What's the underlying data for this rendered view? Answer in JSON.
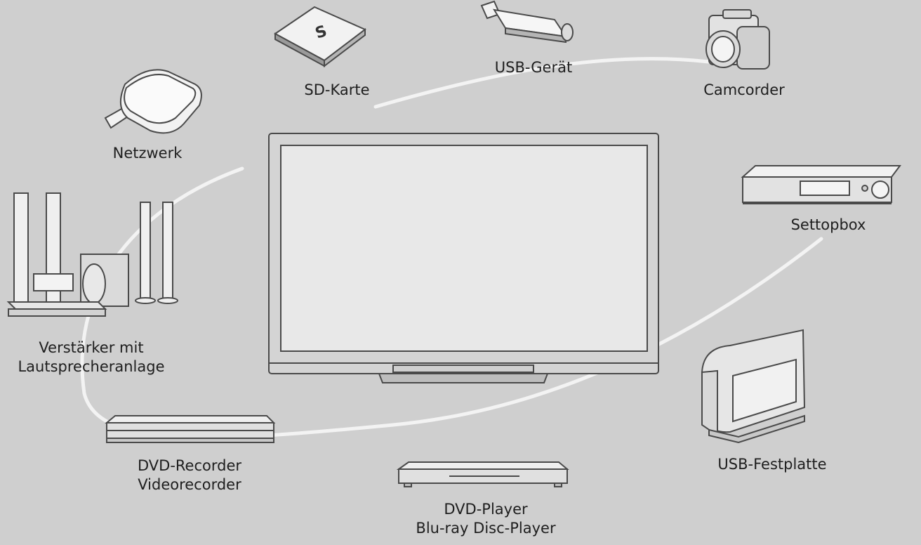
{
  "center_device": "tv",
  "colors": {
    "background": "#cfcfcf",
    "line_art": "#4a4a4a",
    "screen": "#e8e8e8",
    "cable": "#f3f3f3"
  },
  "devices": [
    {
      "id": "network",
      "icon": "usb-wifi-adapter-icon",
      "lines": [
        "Netzwerk"
      ]
    },
    {
      "id": "sd-card",
      "icon": "sd-card-icon",
      "lines": [
        "SD-Karte"
      ]
    },
    {
      "id": "usb-device",
      "icon": "usb-stick-icon",
      "lines": [
        "USB-Gerät"
      ]
    },
    {
      "id": "camcorder",
      "icon": "camcorder-icon",
      "lines": [
        "Camcorder"
      ]
    },
    {
      "id": "settopbox",
      "icon": "set-top-box-icon",
      "lines": [
        "Settopbox"
      ]
    },
    {
      "id": "amplifier",
      "icon": "speaker-system-icon",
      "lines": [
        "Verstärker mit",
        "Lautsprecheranlage"
      ]
    },
    {
      "id": "usb-hdd",
      "icon": "external-hdd-icon",
      "lines": [
        "USB-Festplatte"
      ]
    },
    {
      "id": "dvd-recorder",
      "icon": "dvd-recorder-icon",
      "lines": [
        "DVD-Recorder",
        "Videorecorder"
      ]
    },
    {
      "id": "dvd-player",
      "icon": "dvd-player-icon",
      "lines": [
        "DVD-Player",
        "Blu-ray Disc-Player"
      ]
    }
  ]
}
